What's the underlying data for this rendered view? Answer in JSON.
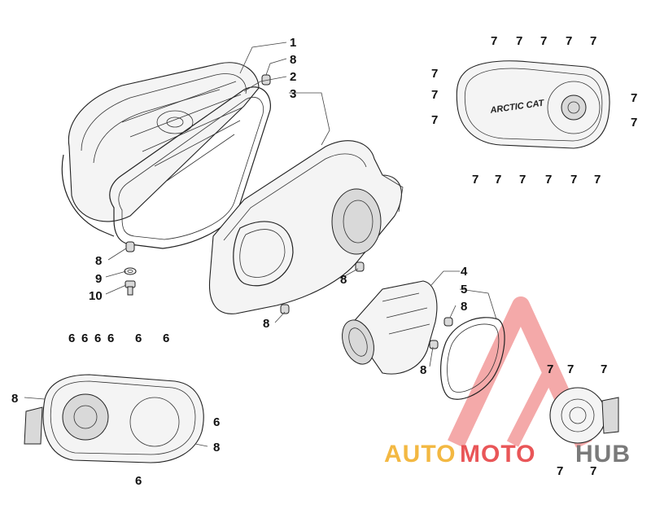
{
  "brand_text": "ARCTIC CAT",
  "watermark": {
    "part1": "AUTO",
    "part2": "MOTO",
    "part3": "HUB",
    "color_gold": "#f2b233",
    "color_red": "#e8484a",
    "color_gray": "#6f6f6f"
  },
  "callouts": {
    "c1": "1",
    "c8a": "8",
    "c2": "2",
    "c3": "3",
    "c8b": "8",
    "c9": "9",
    "c10": "10",
    "c8c": "8",
    "c8d": "8",
    "c4": "4",
    "c5": "5",
    "c8e": "8",
    "c8f": "8",
    "c8g": "8",
    "c8h": "8",
    "t7a": "7",
    "t7b": "7",
    "t7c": "7",
    "t7d": "7",
    "t7e": "7",
    "l7a": "7",
    "l7b": "7",
    "l7c": "7",
    "r7a": "7",
    "r7b": "7",
    "b7a": "7",
    "b7b": "7",
    "b7c": "7",
    "b7d": "7",
    "b7e": "7",
    "b7f": "7",
    "s6a": "6",
    "s6b": "6",
    "s6c": "6",
    "s6d": "6",
    "s6e": "6",
    "s6f": "6",
    "s6g": "6",
    "s6h": "6",
    "f7a": "7",
    "f7b": "7",
    "f7c": "7",
    "f7d": "7",
    "f7e": "7"
  }
}
